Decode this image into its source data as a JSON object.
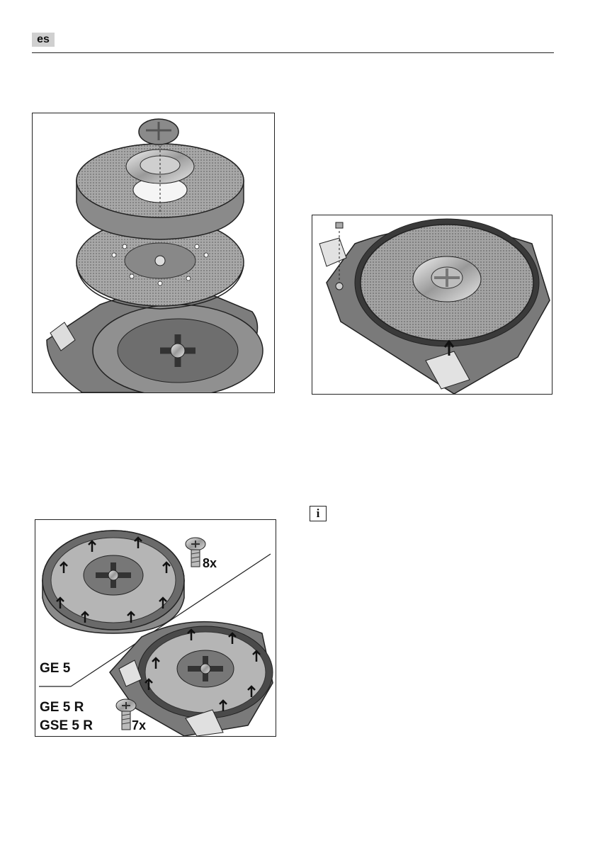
{
  "header": {
    "language_code": "es"
  },
  "figure3": {
    "label_qty_top": "8x",
    "label_model_a": "GE 5",
    "label_model_b": "GE 5 R",
    "label_model_c": "GSE 5 R",
    "label_qty_bottom": "7x"
  },
  "note": {
    "icon": "info-icon",
    "icon_glyph": "i"
  }
}
